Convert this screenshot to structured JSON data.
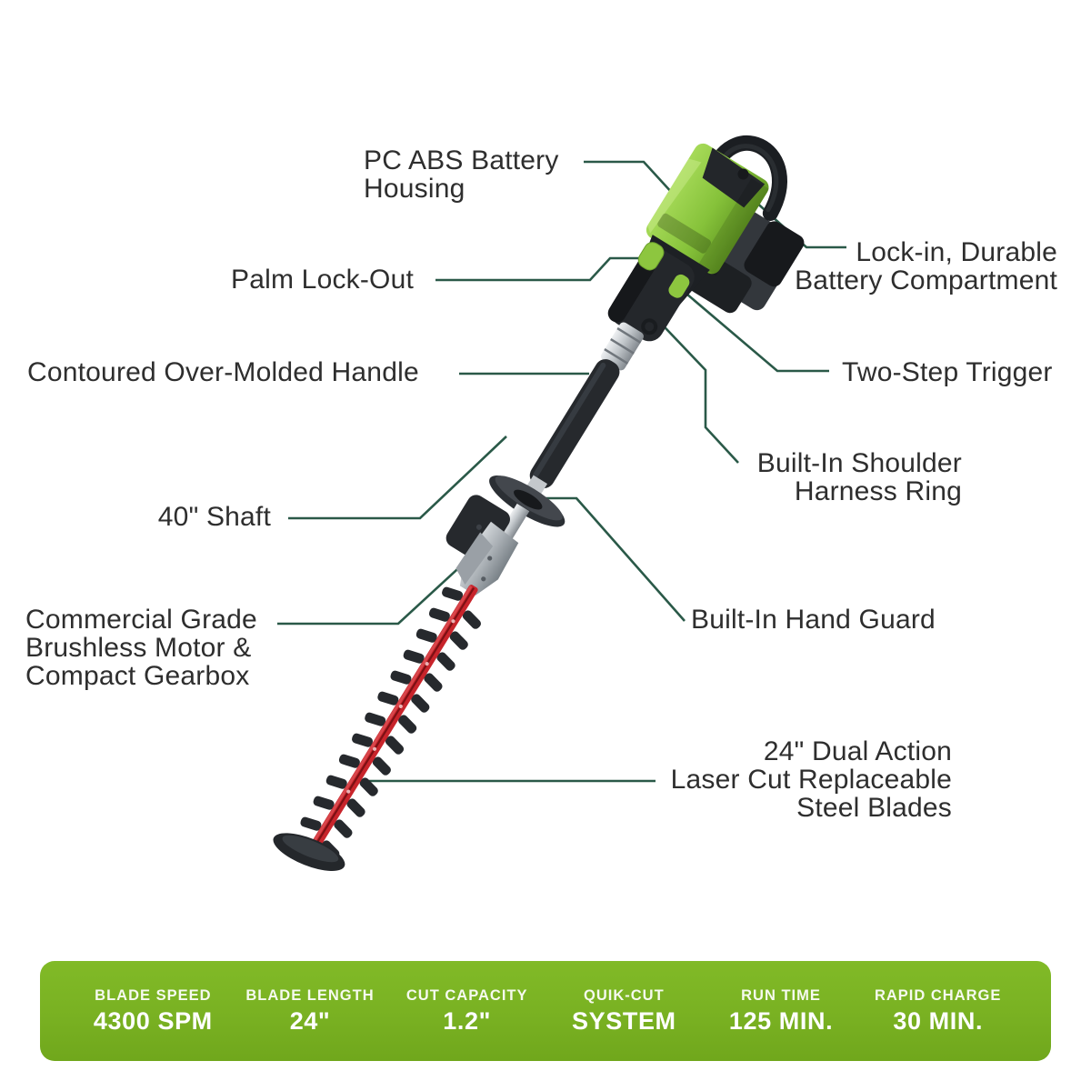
{
  "product": {
    "name": "cordless pole hedge trimmer",
    "description": "feature callout diagram"
  },
  "colors": {
    "leader_line": "#2a5948",
    "label_text": "#2e2e2e",
    "bar_green": "#79b122",
    "product_green": "#8dc63f",
    "blade_red": "#c8242b",
    "background": "#ffffff"
  },
  "callouts": [
    {
      "id": "battery-housing",
      "lines": [
        "PC ABS Battery",
        "Housing"
      ]
    },
    {
      "id": "battery-compartment",
      "lines": [
        "Lock-in, Durable",
        "Battery Compartment"
      ]
    },
    {
      "id": "palm-lock-out",
      "lines": [
        "Palm Lock-Out"
      ]
    },
    {
      "id": "two-step-trigger",
      "lines": [
        "Two-Step Trigger"
      ]
    },
    {
      "id": "contoured-handle",
      "lines": [
        "Contoured Over-Molded Handle"
      ]
    },
    {
      "id": "shoulder-harness",
      "lines": [
        "Built-In Shoulder",
        "Harness Ring"
      ]
    },
    {
      "id": "shaft",
      "lines": [
        "40\" Shaft"
      ]
    },
    {
      "id": "hand-guard",
      "lines": [
        "Built-In Hand Guard"
      ]
    },
    {
      "id": "motor-gearbox",
      "lines": [
        "Commercial Grade",
        "Brushless Motor &",
        "Compact Gearbox"
      ]
    },
    {
      "id": "steel-blades",
      "lines": [
        "24\" Dual Action",
        "Laser Cut Replaceable",
        "Steel Blades"
      ]
    }
  ],
  "spec_bar": {
    "items": [
      {
        "label": "BLADE SPEED",
        "value": "4300 SPM"
      },
      {
        "label": "BLADE LENGTH",
        "value": "24\""
      },
      {
        "label": "CUT CAPACITY",
        "value": "1.2\""
      },
      {
        "label": "QUIK-CUT",
        "value": "SYSTEM"
      },
      {
        "label": "RUN TIME",
        "value": "125 MIN."
      },
      {
        "label": "RAPID CHARGE",
        "value": "30 MIN."
      }
    ]
  }
}
